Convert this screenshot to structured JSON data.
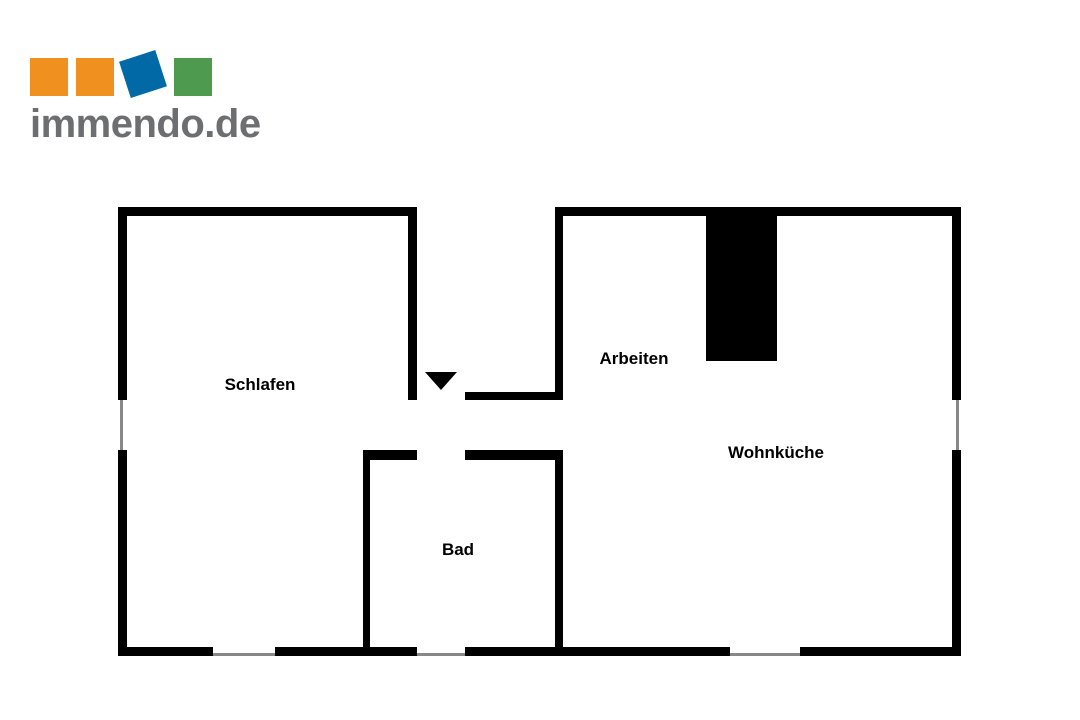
{
  "logo": {
    "text": "immendo.de",
    "colors": {
      "orange": "#f0901e",
      "blue": "#0069a6",
      "green": "#4e9a4e",
      "text": "#6d6e70"
    }
  },
  "floorplan": {
    "rooms": [
      {
        "id": "schlafen",
        "label": "Schlafen"
      },
      {
        "id": "arbeiten",
        "label": "Arbeiten"
      },
      {
        "id": "wohnkueche",
        "label": "Wohnküche"
      },
      {
        "id": "bad",
        "label": "Bad"
      }
    ],
    "entrance_icon": "entrance-triangle",
    "wall_color": "#000000",
    "window_color": "#888888"
  }
}
